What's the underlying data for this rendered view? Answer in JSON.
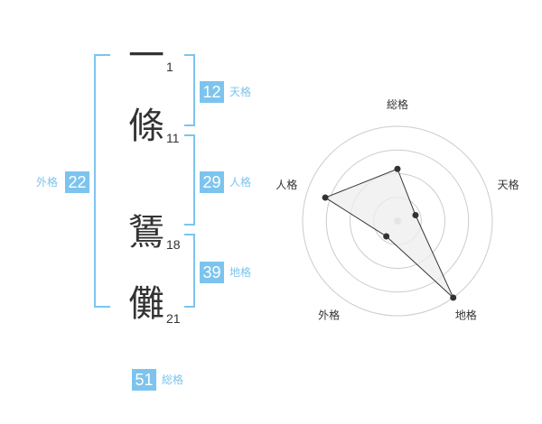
{
  "name": {
    "characters": [
      {
        "char": "一",
        "strokes": "1"
      },
      {
        "char": "條",
        "strokes": "11"
      },
      {
        "char": "鵟",
        "strokes": "18"
      },
      {
        "char": "儺",
        "strokes": "21"
      }
    ]
  },
  "fortunes": {
    "tenkaku": {
      "label": "天格",
      "value": "12"
    },
    "jinkaku": {
      "label": "人格",
      "value": "29"
    },
    "chikaku": {
      "label": "地格",
      "value": "39"
    },
    "gaikaku": {
      "label": "外格",
      "value": "22"
    },
    "soukaku": {
      "label": "総格",
      "value": "51"
    }
  },
  "chart_data": {
    "type": "radar",
    "axes": [
      "総格",
      "天格",
      "地格",
      "外格",
      "人格"
    ],
    "values": [
      0.55,
      0.2,
      1.0,
      0.2,
      0.8
    ],
    "range": [
      0,
      1
    ],
    "rings": 4,
    "colors": {
      "fill": "#eeeeee",
      "line": "#333333",
      "grid": "#cccccc",
      "accent": "#7cc4ee"
    }
  }
}
